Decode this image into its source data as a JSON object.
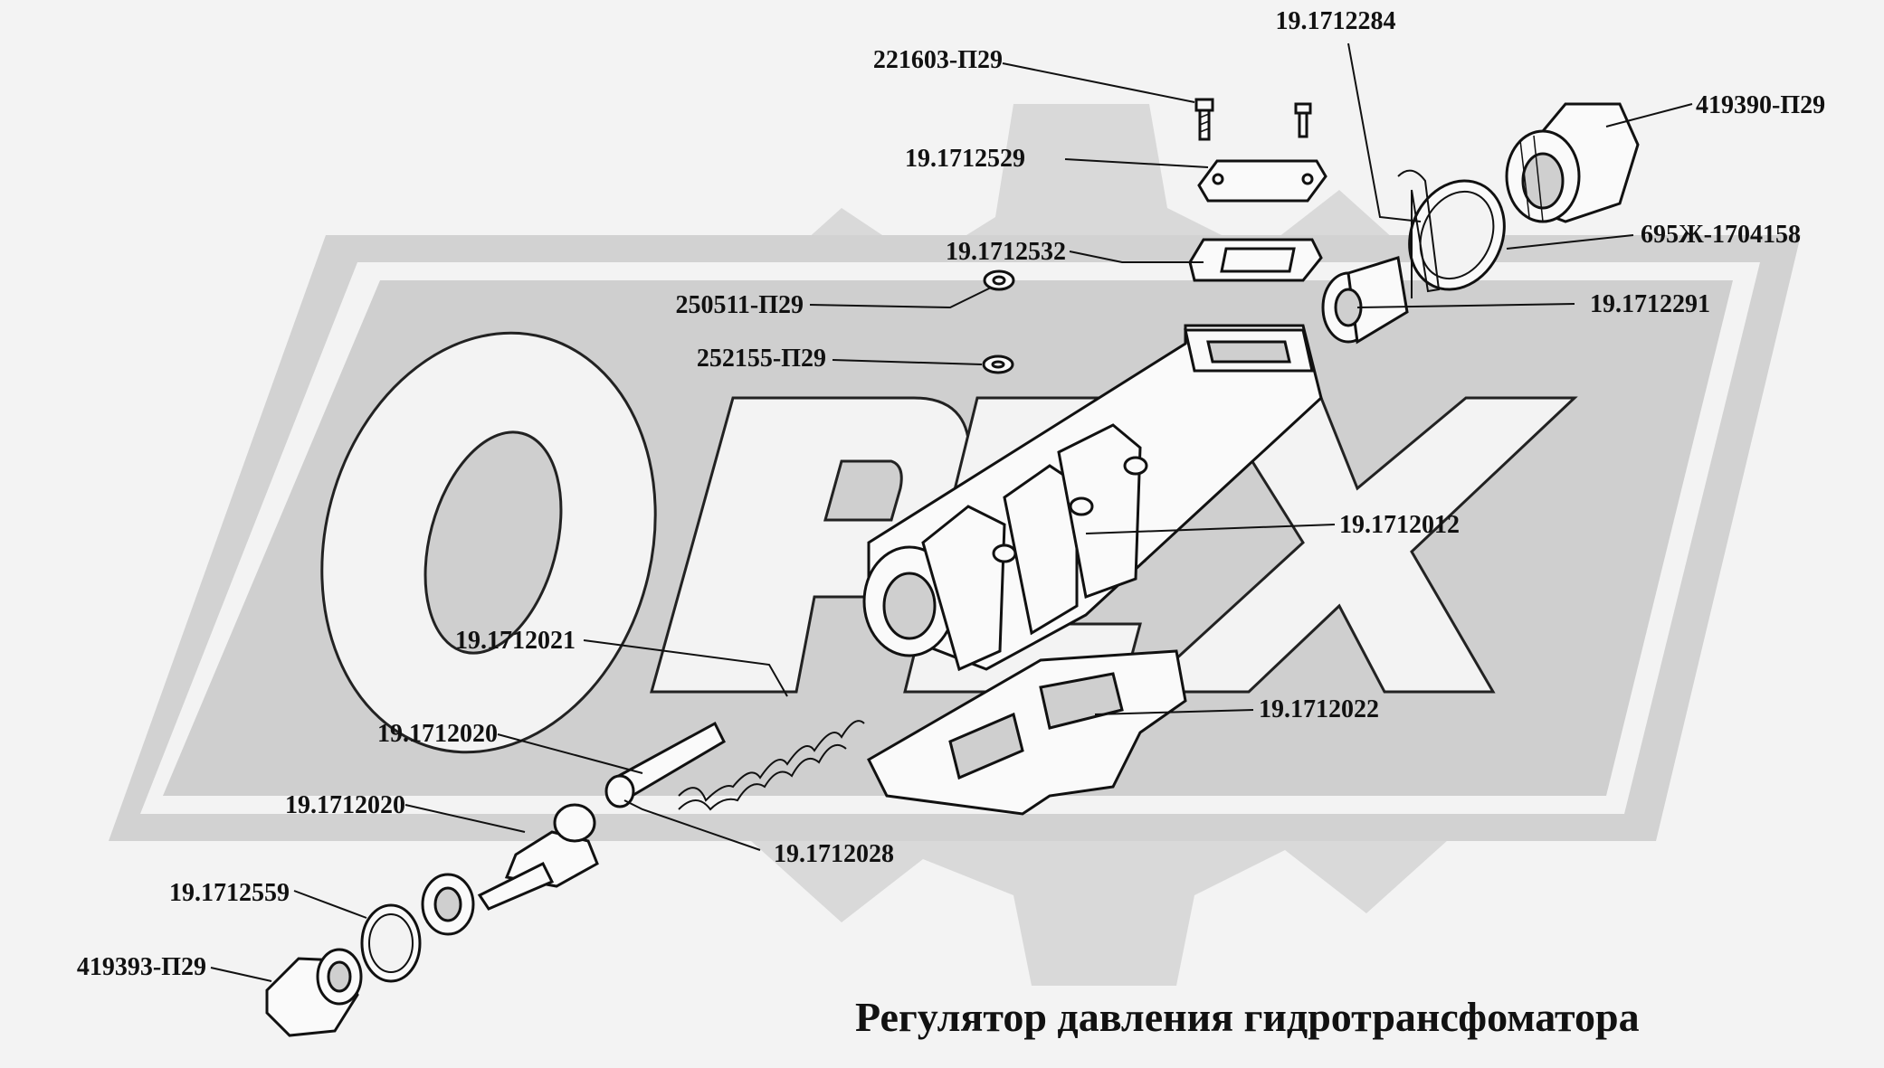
{
  "title": "Регулятор давления гидротрансфоматора",
  "watermark": "OREX",
  "colors": {
    "background": "#f3f3f3",
    "watermark": "#d6d6d6",
    "lines": "#111111"
  },
  "labels": [
    {
      "id": "l01",
      "text": "221603-П29"
    },
    {
      "id": "l02",
      "text": "19.1712284"
    },
    {
      "id": "l03",
      "text": "419390-П29"
    },
    {
      "id": "l04",
      "text": "19.1712529"
    },
    {
      "id": "l05",
      "text": "695Ж-1704158"
    },
    {
      "id": "l06",
      "text": "19.1712532"
    },
    {
      "id": "l07",
      "text": "250511-П29"
    },
    {
      "id": "l08",
      "text": "19.1712291"
    },
    {
      "id": "l09",
      "text": "252155-П29"
    },
    {
      "id": "l10",
      "text": "19.1712012"
    },
    {
      "id": "l11",
      "text": "19.1712021"
    },
    {
      "id": "l12",
      "text": "19.1712022"
    },
    {
      "id": "l13",
      "text": "19.1712020"
    },
    {
      "id": "l14",
      "text": "19.1712020"
    },
    {
      "id": "l15",
      "text": "19.1712028"
    },
    {
      "id": "l16",
      "text": "19.1712559"
    },
    {
      "id": "l17",
      "text": "419393-П29"
    }
  ]
}
